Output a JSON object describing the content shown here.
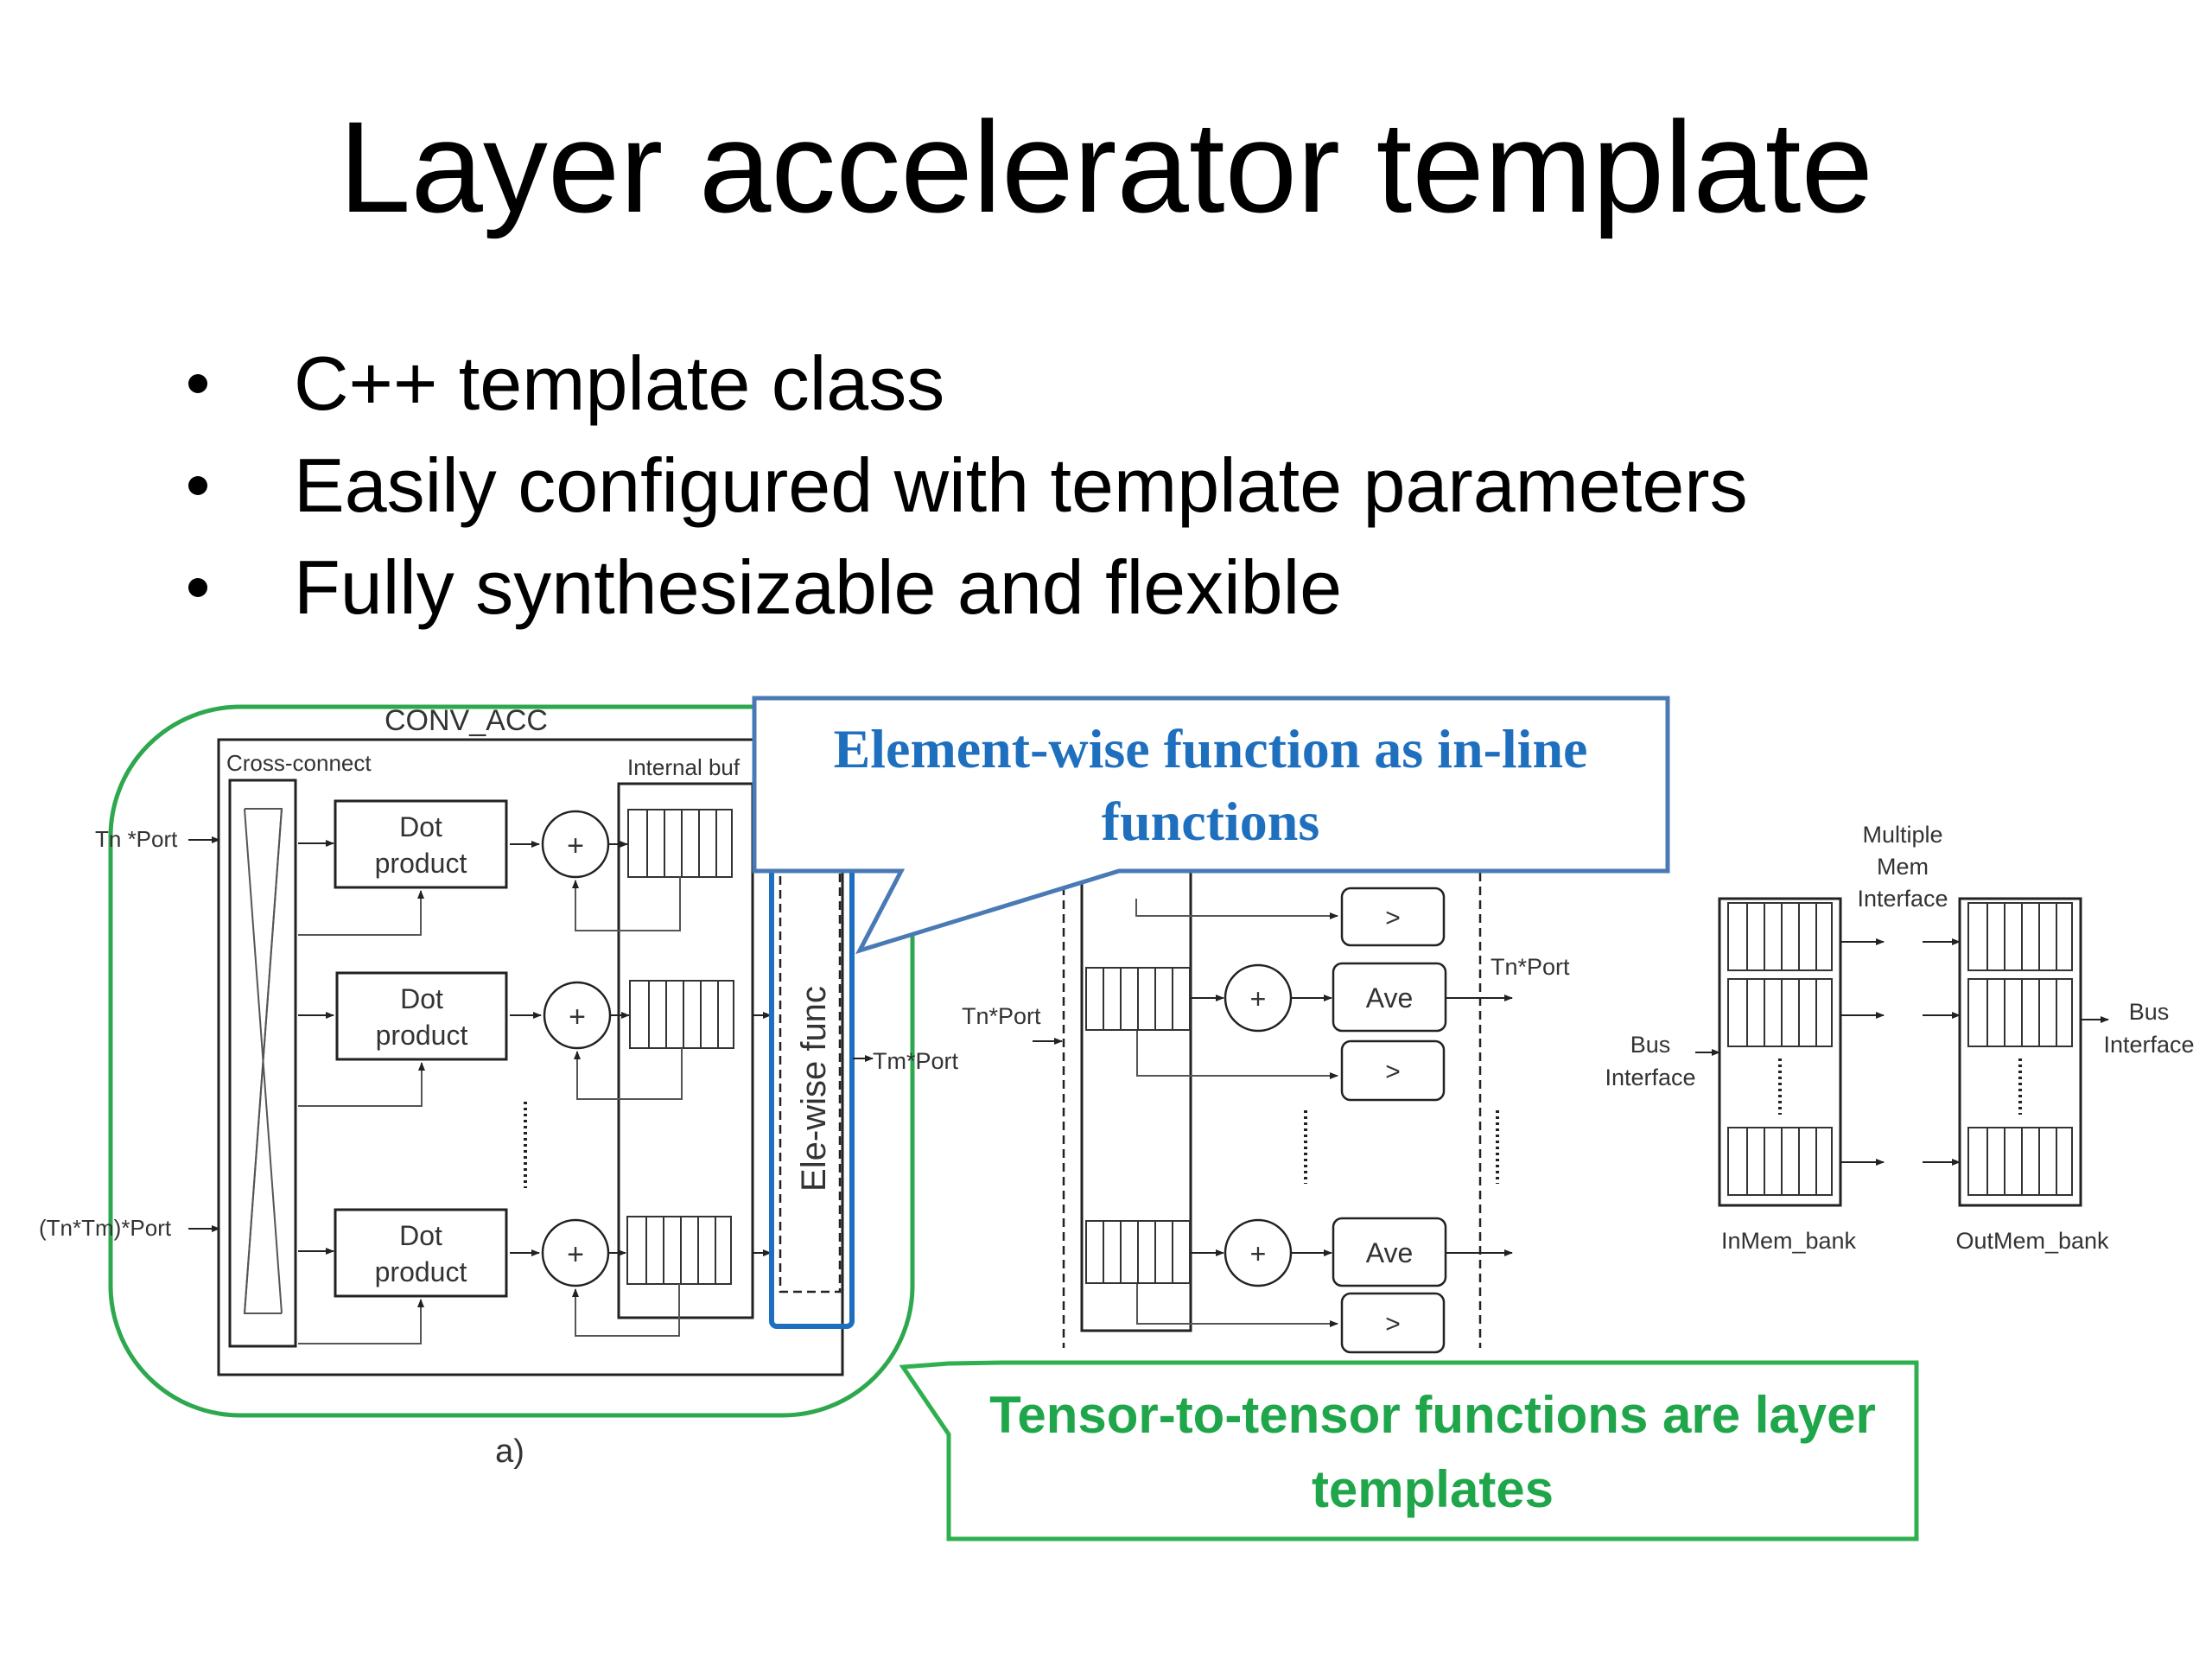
{
  "slide": {
    "title": "Layer accelerator template",
    "bullets": [
      "C++ template class",
      "Easily configured with template parameters",
      "Fully synthesizable and flexible"
    ]
  },
  "diagram": {
    "conv_acc_label": "CONV_ACC",
    "cross_connect_label": "Cross-connect",
    "internal_buf_label": "Internal buf",
    "dot_product_lines": [
      "Dot",
      "product"
    ],
    "adder_symbol": "+",
    "input_port_top": "Tn *Port",
    "input_port_bottom": "(Tn*Tm)*Port",
    "elewise_label": "Ele-wise func",
    "output_port": "Tm*Port",
    "caption_a": "a)",
    "pool_input_port": "Tn*Port",
    "pool_output_port": "Tn*Port",
    "ave_label": "Ave",
    "cmp_label": ">",
    "multiple_mem_interface": [
      "Multiple",
      "Mem",
      "Interface"
    ],
    "bus_interface_left": [
      "Bus",
      "Interface"
    ],
    "bus_interface_right": [
      "Bus",
      "Interface"
    ],
    "inmem_label": "InMem_bank",
    "outmem_label": "OutMem_bank"
  },
  "callouts": {
    "blue": {
      "line1": "Element-wise function as in-line",
      "line2": "functions",
      "color": "#1f6fbf",
      "border": "#4a7ab5"
    },
    "green": {
      "line1": "Tensor-to-tensor functions are layer",
      "line2": "templates",
      "color": "#1fa64a",
      "border": "#2fb04f"
    }
  },
  "colors": {
    "conv_outline": "#2ea84f",
    "elewise_outline": "#1d6fc0"
  }
}
